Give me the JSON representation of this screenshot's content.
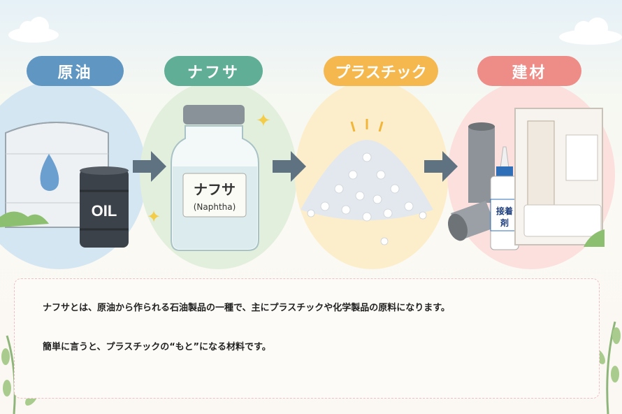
{
  "steps": [
    {
      "label": "原油",
      "color": "#6096c2",
      "bg": "#d5e6f3"
    },
    {
      "label": "ナフサ",
      "color": "#5fae95",
      "bg": "#e1efdc"
    },
    {
      "label": "プラスチック",
      "color": "#f5b84e",
      "bg": "#fdeecb"
    },
    {
      "label": "建材",
      "color": "#ee8c88",
      "bg": "#fbe0de"
    }
  ],
  "illustrations": {
    "barrel_label": "OIL",
    "jar_label": "ナフサ",
    "jar_sublabel": "(Naphtha)",
    "glue_label_1": "接着",
    "glue_label_2": "剤"
  },
  "description": {
    "line1": "ナフサとは、原油から作られる石油製品の一種で、主にプラスチックや化学製品の原料になります。",
    "line2": "簡単に言うと、プラスチックの“もと”になる材料です。"
  }
}
